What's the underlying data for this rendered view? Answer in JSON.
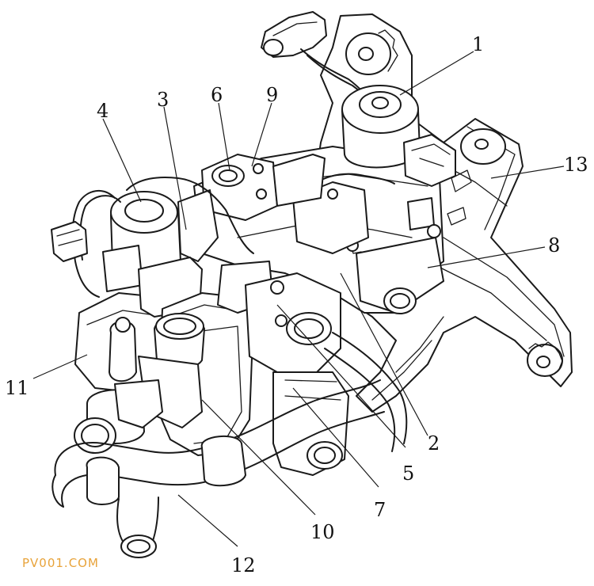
{
  "diagram": {
    "callouts": [
      {
        "id": "1",
        "label": "1"
      },
      {
        "id": "2",
        "label": "2"
      },
      {
        "id": "3",
        "label": "3"
      },
      {
        "id": "4",
        "label": "4"
      },
      {
        "id": "5",
        "label": "5"
      },
      {
        "id": "6",
        "label": "6"
      },
      {
        "id": "7",
        "label": "7"
      },
      {
        "id": "8",
        "label": "8"
      },
      {
        "id": "9",
        "label": "9"
      },
      {
        "id": "10",
        "label": "10"
      },
      {
        "id": "11",
        "label": "11"
      },
      {
        "id": "12",
        "label": "12"
      },
      {
        "id": "13",
        "label": "13"
      }
    ],
    "watermark": "PV001.COM",
    "watermark_color": "#e8a33a"
  }
}
